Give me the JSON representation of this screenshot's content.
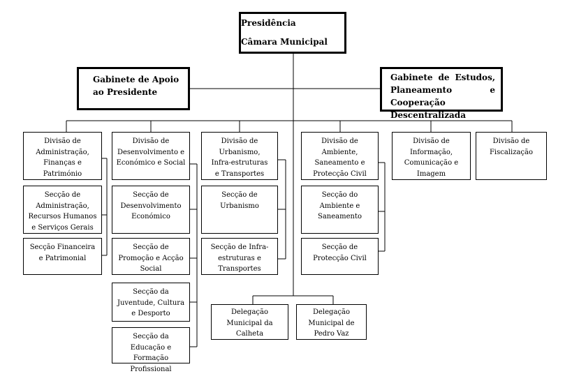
{
  "top": {
    "presidencia": "Presidência",
    "camara": "Câmara Municipal"
  },
  "gabinetes": {
    "apoio": "Gabinete de Apoio ao Presidente",
    "estudos": "Gabinete de Estudos, Planeamento e Cooperação Descentralizada"
  },
  "divisoes": {
    "administracao": "Divisão de Administração, Finanças e Património",
    "desenvolvimento": "Divisão de Desenvolvimento e Económico e Social",
    "urbanismo": "Divisão de Urbanismo, Infra-estruturas e Transportes",
    "ambiente": "Divisão de Ambiente, Saneamento e Protecção Civil",
    "informacao": "Divisão de Informação, Comunicação e Imagem",
    "fiscalizacao": "Divisão de Fiscalização"
  },
  "seccoes": {
    "administracao_rh": "Secção de Administração, Recursos Humanos e Serviços Gerais",
    "financeira": "Secção Financeira e Patrimonial",
    "desenvolvimento_eco": "Secção de Desenvolvimento Económico",
    "promocao": "Secção de Promoção e Acção Social",
    "juventude": "Secção da Juventude, Cultura e Desporto",
    "educacao": "Secção da Educação e Formação Profissional",
    "urbanismo": "Secção de Urbanismo",
    "infra": "Secção de Infra-estruturas e Transportes",
    "ambiente": "Secção do Ambiente e Saneamento",
    "proteccao": "Secção de Protecção Civil"
  },
  "delegacoes": {
    "calheta": "Delegação Municipal da Calheta",
    "pedro_vaz": "Delegação Municipal de Pedro Vaz"
  }
}
